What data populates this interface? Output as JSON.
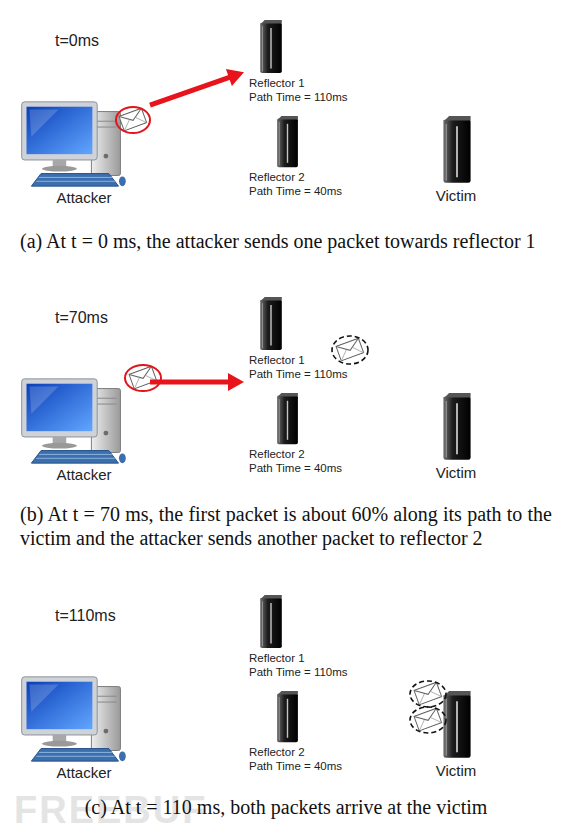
{
  "diagram": {
    "nodes": [
      {
        "text": [
          "Reflector 1",
          "Path Time = 110ms"
        ]
      },
      {
        "text": [
          "Reflector 2",
          "Path Time = 40ms"
        ]
      },
      {
        "text": [
          "Attacker"
        ]
      },
      {
        "text": [
          "Victim"
        ]
      },
      {
        "text": [
          "Reflector 1",
          "Path Time = 110ms"
        ]
      },
      {
        "text": [
          "Reflector 2",
          "Path Time = 40ms"
        ]
      },
      {
        "text": [
          "Attacker"
        ]
      },
      {
        "text": [
          "Victim"
        ]
      },
      {
        "text": [
          "Reflector 1",
          "Path Time = 110ms"
        ]
      },
      {
        "text": [
          "Reflector 2",
          "Path Time = 40ms"
        ]
      },
      {
        "text": [
          "Attacker"
        ]
      },
      {
        "text": [
          "Victim"
        ]
      }
    ],
    "edges": [
      {
        "from": 2,
        "to": 0,
        "arrow": "to"
      },
      {
        "from": 6,
        "to": 5,
        "arrow": "to"
      }
    ],
    "labels": [
      "t=0ms",
      "(a) At t = 0 ms, the attacker sends one packet towards reflector 1",
      "t=70ms",
      "(b) At t = 70 ms, the first packet is about 60% along its path to the victim and the attacker sends another packet to reflector 2",
      "t=110ms",
      "(c) At t = 110 ms, both packets arrive at the victim",
      "FREEBUF"
    ]
  }
}
